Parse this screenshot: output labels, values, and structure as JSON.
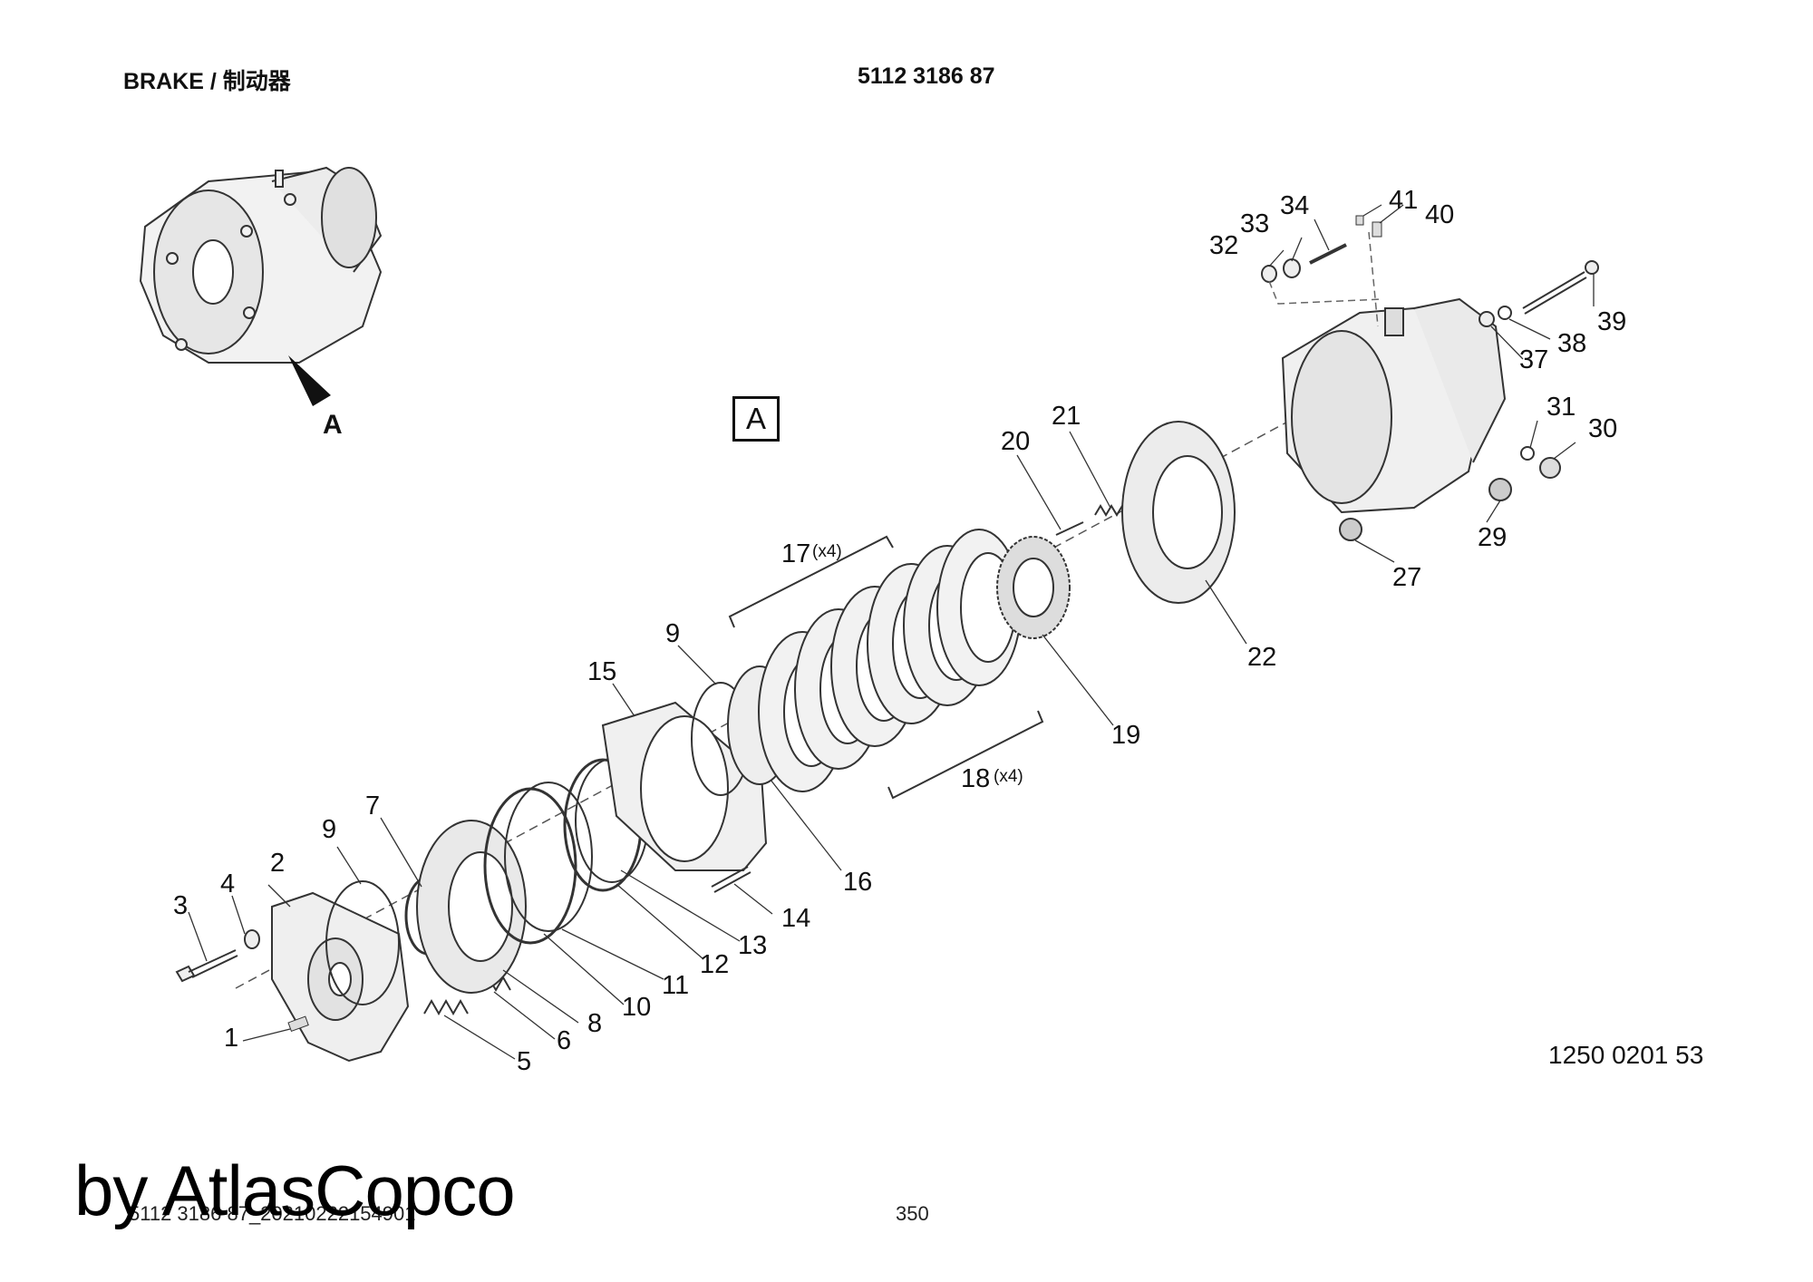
{
  "header": {
    "title": "BRAKE / 制动器",
    "part_number": "5112 3186 87"
  },
  "view_label": "A",
  "view_arrow_label": "A",
  "callouts": {
    "c1": "1",
    "c2": "2",
    "c3": "3",
    "c4": "4",
    "c5": "5",
    "c6": "6",
    "c7": "7",
    "c8": "8",
    "c9a": "9",
    "c9b": "9",
    "c10": "10",
    "c11": "11",
    "c12": "12",
    "c13": "13",
    "c14": "14",
    "c15": "15",
    "c16": "16",
    "c17": "17",
    "c17q": "(x4)",
    "c18": "18",
    "c18q": "(x4)",
    "c19": "19",
    "c20": "20",
    "c21": "21",
    "c22": "22",
    "c27": "27",
    "c29": "29",
    "c30": "30",
    "c31": "31",
    "c32": "32",
    "c33": "33",
    "c34": "34",
    "c37": "37",
    "c38": "38",
    "c39": "39",
    "c40": "40",
    "c41": "41"
  },
  "drawing_reference": "1250 0201 53",
  "footer": {
    "file_name": "5112 3186 87_20210222154901",
    "page": "350",
    "watermark": "by AtlasCopco"
  }
}
